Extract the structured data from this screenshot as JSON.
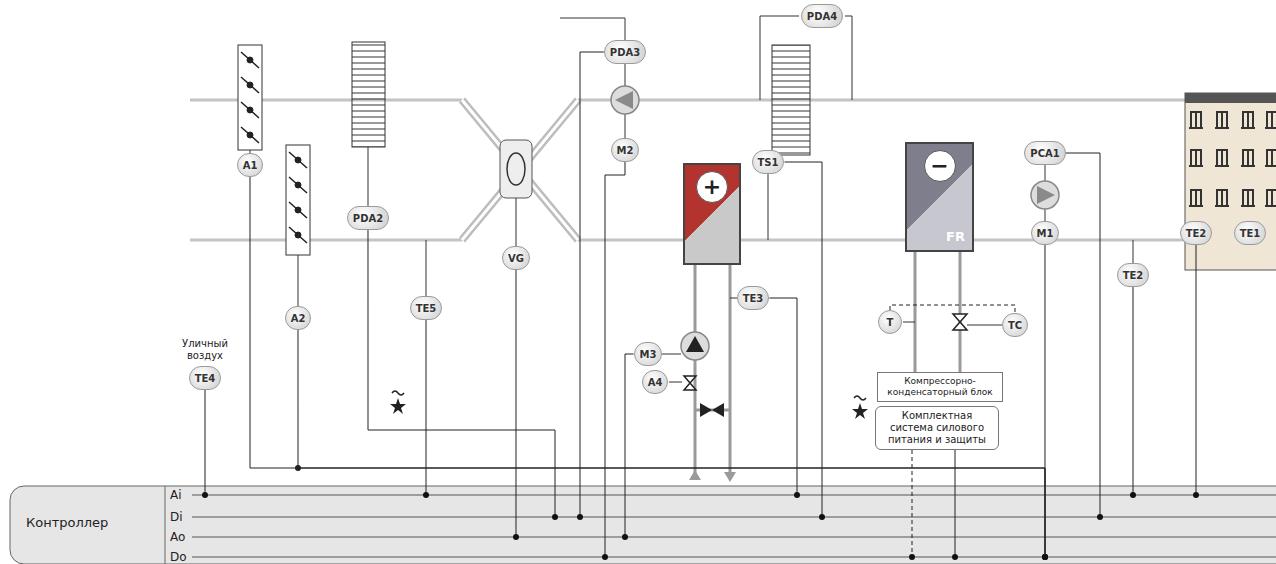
{
  "diagram": {
    "nodes": [
      {
        "text": [
          "Контроллер"
        ]
      },
      {
        "text": [
          "Уличный воздух",
          "TE4"
        ]
      },
      {
        "text": [
          "A1"
        ]
      },
      {
        "text": [
          "A2"
        ]
      },
      {
        "text": [
          "TE5"
        ]
      },
      {
        "text": [
          "PDA2"
        ]
      },
      {
        "text": [
          "VG"
        ]
      },
      {
        "text": [
          "PDA3"
        ]
      },
      {
        "text": [
          "M2"
        ]
      },
      {
        "text": [
          "PDA4"
        ]
      },
      {
        "text": [
          "+"
        ]
      },
      {
        "text": [
          "TS1"
        ]
      },
      {
        "text": [
          "TE3"
        ]
      },
      {
        "text": [
          "M3"
        ]
      },
      {
        "text": [
          "A4"
        ]
      },
      {
        "text": [
          "−",
          "FR"
        ]
      },
      {
        "text": [
          "T"
        ]
      },
      {
        "text": [
          "TC"
        ]
      },
      {
        "text": [
          "Компрессорно-конденсаторный блок"
        ]
      },
      {
        "text": [
          "Комплектная система силового питания и защиты"
        ]
      },
      {
        "text": [
          "PCA1"
        ]
      },
      {
        "text": [
          "M1"
        ]
      },
      {
        "text": [
          "TE2"
        ]
      },
      {
        "text": [
          "TE2"
        ]
      },
      {
        "text": [
          "TE1"
        ]
      }
    ],
    "edges": [
      {
        "from": 1,
        "to": 0,
        "arrow": "none"
      },
      {
        "from": 2,
        "to": 0,
        "arrow": "none"
      },
      {
        "from": 3,
        "to": 0,
        "arrow": "none"
      },
      {
        "from": 4,
        "to": 0,
        "arrow": "none"
      },
      {
        "from": 6,
        "to": 0,
        "arrow": "none"
      },
      {
        "from": 5,
        "to": 0,
        "arrow": "none"
      },
      {
        "from": 7,
        "to": 0,
        "arrow": "none"
      },
      {
        "from": 8,
        "to": 0,
        "arrow": "none"
      },
      {
        "from": 13,
        "to": 0,
        "arrow": "none"
      },
      {
        "from": 12,
        "to": 0,
        "arrow": "none"
      },
      {
        "from": 11,
        "to": 0,
        "arrow": "none"
      },
      {
        "from": 19,
        "to": 0,
        "arrow": "none"
      },
      {
        "from": 19,
        "to": 0,
        "arrow": "none"
      },
      {
        "from": 20,
        "to": 0,
        "arrow": "none"
      },
      {
        "from": 21,
        "to": 0,
        "arrow": "none"
      },
      {
        "from": 22,
        "to": 0,
        "arrow": "none"
      },
      {
        "from": 23,
        "to": 0,
        "arrow": "none"
      },
      {
        "from": 16,
        "to": 17,
        "arrow": "none"
      }
    ],
    "labels": [
      "Ai",
      "Di",
      "Ao",
      "Do"
    ]
  }
}
